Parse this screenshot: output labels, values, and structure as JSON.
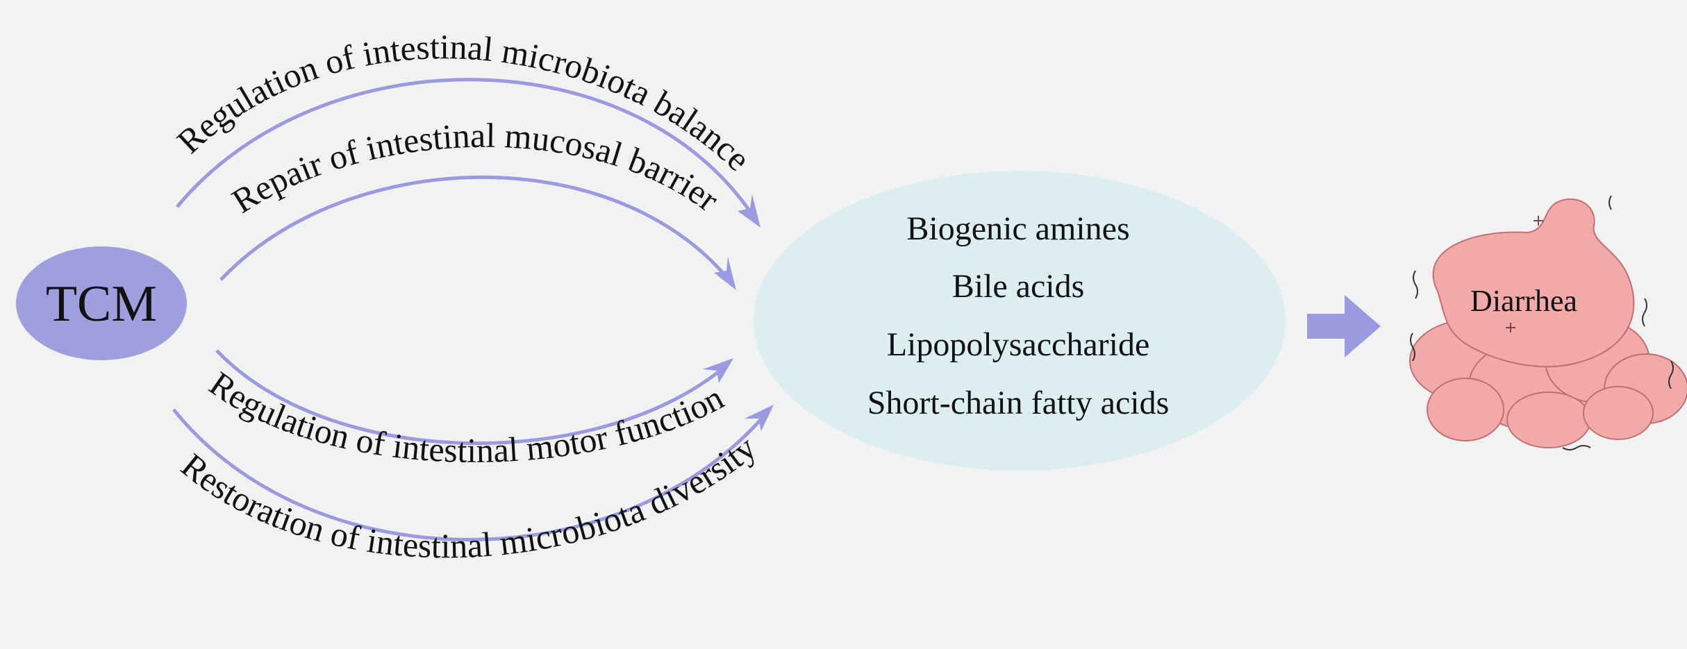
{
  "source_node": {
    "label": "TCM",
    "color": "#9f9fdf"
  },
  "pathways": {
    "microbiota_balance": "Regulation of intestinal microbiota balance",
    "mucosal_barrier": "Repair of intestinal mucosal barrier",
    "motor_function": "Regulation of intestinal motor function",
    "microbiota_diversity": "Restoration of intestinal microbiota diversity",
    "arrow_color": "#9a9ae0"
  },
  "metabolites": {
    "items": [
      "Biogenic amines",
      "Bile acids",
      "Lipopolysaccharide",
      "Short-chain fatty acids"
    ],
    "background_color": "#dceef0"
  },
  "outcome": {
    "label": "Diarrhea",
    "arrow_color": "#9a9ae0",
    "icon": "intestine-icon",
    "intestine_color": "#f2a9a9"
  }
}
